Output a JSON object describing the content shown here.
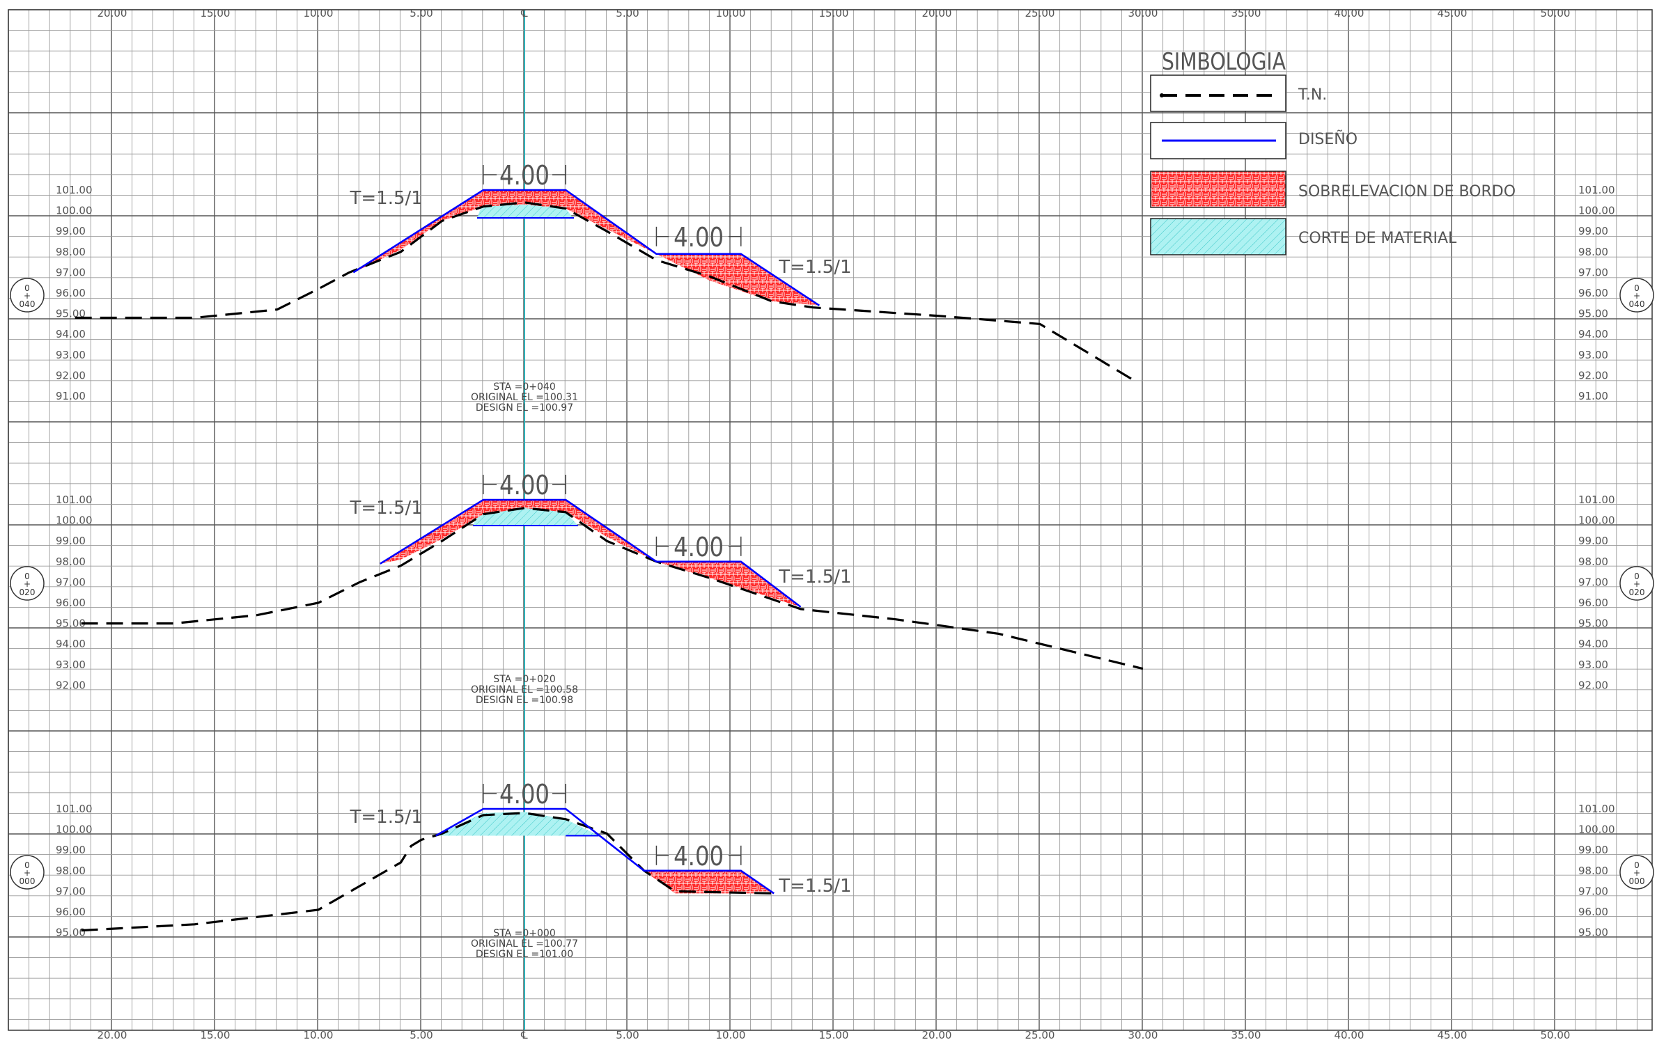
{
  "top_axis_labels": [
    "20.00",
    "15.00",
    "10.00",
    "5.00",
    "℄",
    "5.00",
    "10.00",
    "15.00",
    "20.00",
    "25.00",
    "30.00",
    "35.00",
    "40.00",
    "45.00",
    "50.00"
  ],
  "bottom_axis_labels": [
    "20.00",
    "15.00",
    "10.00",
    "5.00",
    "℄",
    "5.00",
    "10.00",
    "15.00",
    "20.00",
    "25.00",
    "30.00",
    "35.00",
    "40.00",
    "45.00",
    "50.00"
  ],
  "legend": {
    "title": "SIMBOLOGIA",
    "items": [
      {
        "label": "T.N.",
        "kind": "dashed-line",
        "color": "#000000"
      },
      {
        "label": "DISEÑO",
        "kind": "solid-line",
        "color": "#0000ff"
      },
      {
        "label": "SOBRELEVACION DE BORDO",
        "kind": "fill",
        "color": "#ff2a2a"
      },
      {
        "label": "CORTE DE MATERIAL",
        "kind": "fill",
        "color": "#aef2f2"
      }
    ]
  },
  "colors": {
    "grid": "#8a8a8a",
    "grid_major": "#555555",
    "centerline": "#2bb0b8",
    "design": "#0000ff",
    "ground": "#000000",
    "fill": "#ff2a2a",
    "cut": "#aef2f2"
  },
  "sections": [
    {
      "station_top": "0",
      "station_mid": "+",
      "station_bottom": "040",
      "elevation_labels": [
        "101.00",
        "100.00",
        "99.00",
        "98.00",
        "97.00",
        "96.00",
        "95.00",
        "94.00",
        "93.00",
        "92.00",
        "91.00"
      ],
      "crest_width": "4.00",
      "berm_width": "4.00",
      "slope_left": "T=1.5/1",
      "slope_right": "T=1.5/1",
      "info": [
        "STA =0+040",
        "ORIGINAL EL =100.31",
        "DESIGN EL =100.97"
      ]
    },
    {
      "station_top": "0",
      "station_mid": "+",
      "station_bottom": "020",
      "elevation_labels": [
        "101.00",
        "100.00",
        "99.00",
        "98.00",
        "97.00",
        "96.00",
        "95.00",
        "94.00",
        "93.00",
        "92.00"
      ],
      "crest_width": "4.00",
      "berm_width": "4.00",
      "slope_left": "T=1.5/1",
      "slope_right": "T=1.5/1",
      "info": [
        "STA =0+020",
        "ORIGINAL EL =100.58",
        "DESIGN EL =100.98"
      ]
    },
    {
      "station_top": "0",
      "station_mid": "+",
      "station_bottom": "000",
      "elevation_labels": [
        "101.00",
        "100.00",
        "99.00",
        "98.00",
        "97.00",
        "96.00",
        "95.00"
      ],
      "crest_width": "4.00",
      "berm_width": "4.00",
      "slope_left": "T=1.5/1",
      "slope_right": "T=1.5/1",
      "info": [
        "STA =0+000",
        "ORIGINAL EL =100.77",
        "DESIGN EL =101.00"
      ]
    }
  ]
}
